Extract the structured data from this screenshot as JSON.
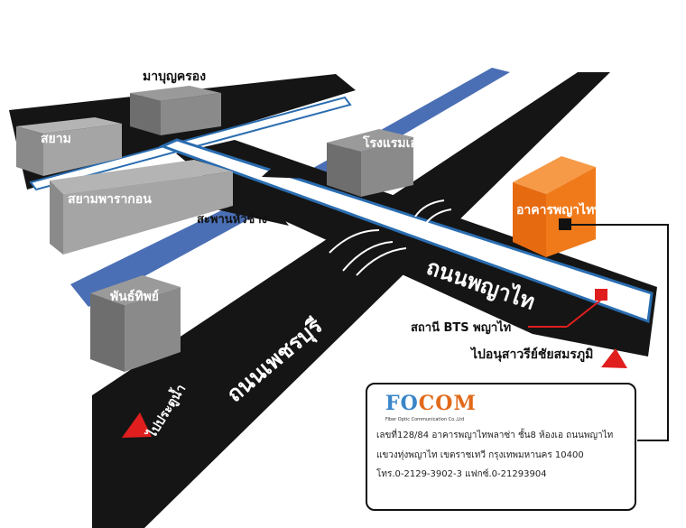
{
  "places": {
    "manoon": "มาบุญครอง",
    "siam": "สยาม",
    "siam_paragon": "สยามพารากอน",
    "saphan": "สะพานหัวช้าง",
    "pantip": "พันธ์ทิพย์",
    "hotel": "โรงแรมเอเชีย",
    "building": "อาคารพญาไทพลาซ่า",
    "bts": "สถานี BTS พญาไท"
  },
  "roads": {
    "phayathai": "ถนนพญาไท",
    "phetchaburi": "ถนนเพชรบุรี"
  },
  "directions": {
    "to_pratunam": "ไปประตูน้ำ",
    "to_victory": "ไปอนุสาวรีย์ชัยสมรภูมิ"
  },
  "company": {
    "name_part1": "FO",
    "name_part2": "COM",
    "tagline": "Fiber Optic Communication Co.,Ltd",
    "address1": "เลขที่128/84 อาคารพญาไทพลาซ่า ชั้น8 ห้องเอ ถนนพญาไท",
    "address2": "แขวงทุ่งพญาไท เขตราชเทวี กรุงเทพมหานคร 10400",
    "phone": "โทร.0-2129-3902-3 แฟกซ์.0-21293904"
  },
  "colors": {
    "road": "#151515",
    "canal": "#4a6fb5",
    "bts_line": "#2a6db0",
    "highlight_building": "#f07a1a",
    "marker": "#e01e1e"
  }
}
